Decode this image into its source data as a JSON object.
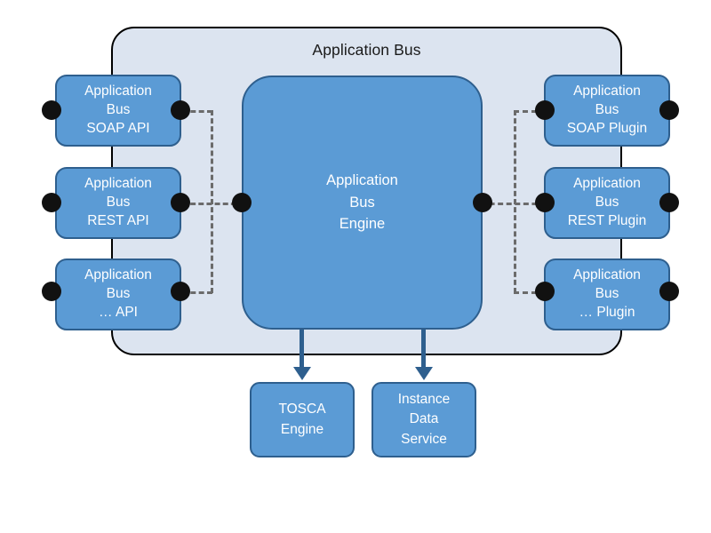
{
  "diagram": {
    "title": "Application Bus",
    "container": {
      "label": "Application Bus",
      "fill": "#DCE4F0",
      "border": "#000000"
    },
    "palette": {
      "node_fill": "#5B9BD5",
      "node_border": "#2E5F8E",
      "node_text": "#FFFFFF",
      "connector_dot": "#111111",
      "dashed_link": "#6B6B6B",
      "arrow": "#2E5F8E",
      "canvas": "#FFFFFF"
    },
    "engine": {
      "line1": "Application",
      "line2": "Bus",
      "line3": "Engine"
    },
    "left_column": [
      {
        "line1": "Application",
        "line2": "Bus",
        "line3": "SOAP API"
      },
      {
        "line1": "Application",
        "line2": "Bus",
        "line3": "REST API"
      },
      {
        "line1": "Application",
        "line2": "Bus",
        "line3": "… API"
      }
    ],
    "right_column": [
      {
        "line1": "Application",
        "line2": "Bus",
        "line3": "SOAP Plugin"
      },
      {
        "line1": "Application",
        "line2": "Bus",
        "line3": "REST Plugin"
      },
      {
        "line1": "Application",
        "line2": "Bus",
        "line3": "… Plugin"
      }
    ],
    "bottom": [
      {
        "line1": "TOSCA",
        "line2": "Engine",
        "line3": ""
      },
      {
        "line1": "Instance",
        "line2": "Data",
        "line3": "Service"
      }
    ]
  }
}
